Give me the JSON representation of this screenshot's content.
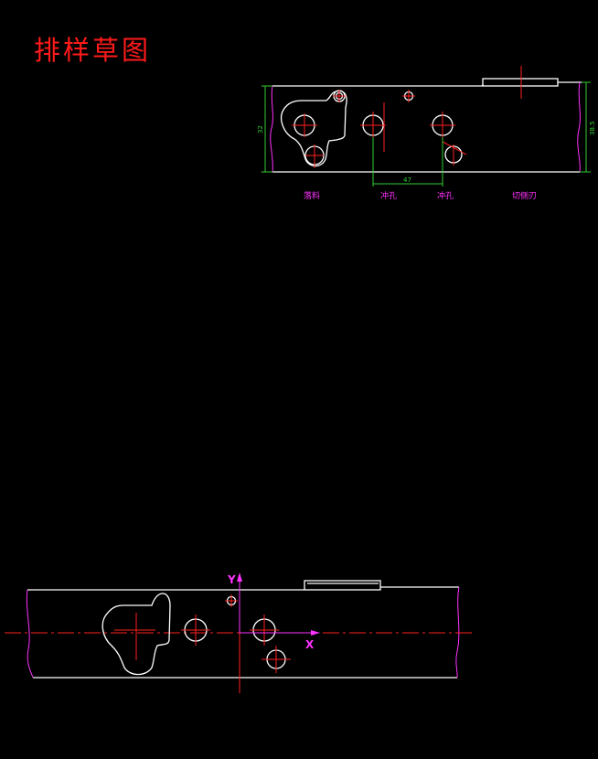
{
  "title": "排样草图",
  "strip_layout": {
    "station_labels": [
      "落料",
      "冲孔",
      "冲孔",
      "切侧刃"
    ],
    "dimensions": {
      "pitch": "47",
      "height": "32",
      "width": "38.5"
    }
  },
  "detail_view": {
    "axis_y": "Y",
    "axis_x": "X"
  },
  "colors": {
    "background": "#000000",
    "outline": "#ffffff",
    "title": "#ff1a1a",
    "centerline": "#ff2020",
    "label": "#ff33ff",
    "dimension": "#33cc33"
  }
}
